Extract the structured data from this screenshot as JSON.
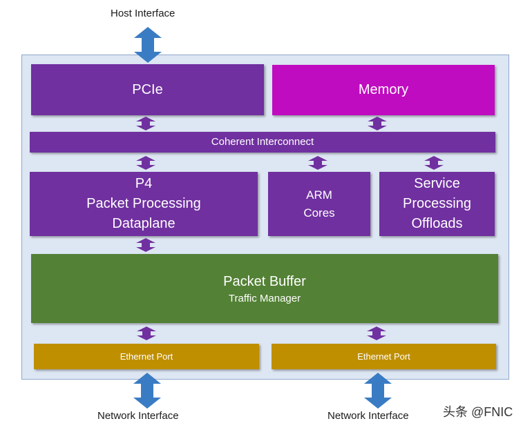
{
  "external": {
    "host_interface": "Host Interface",
    "network_interface_left": "Network Interface",
    "network_interface_right": "Network Interface"
  },
  "blocks": {
    "pcie": "PCIe",
    "memory": "Memory",
    "coherent_interconnect": "Coherent Interconnect",
    "p4": {
      "line1": "P4",
      "line2": "Packet Processing",
      "line3": "Dataplane"
    },
    "arm": {
      "line1": "ARM",
      "line2": "Cores"
    },
    "service": {
      "line1": "Service",
      "line2": "Processing",
      "line3": "Offloads"
    },
    "packet_buffer": {
      "title": "Packet Buffer",
      "subtitle": "Traffic Manager"
    },
    "ethernet_port_left": "Ethernet Port",
    "ethernet_port_right": "Ethernet Port"
  },
  "watermark": "头条 @FNIC",
  "colors": {
    "purple": "#7030a0",
    "magenta": "#c00cc0",
    "green": "#538135",
    "gold": "#bf8f00",
    "external_arrow": "#3a7cc4",
    "container": "#dde6f3"
  }
}
